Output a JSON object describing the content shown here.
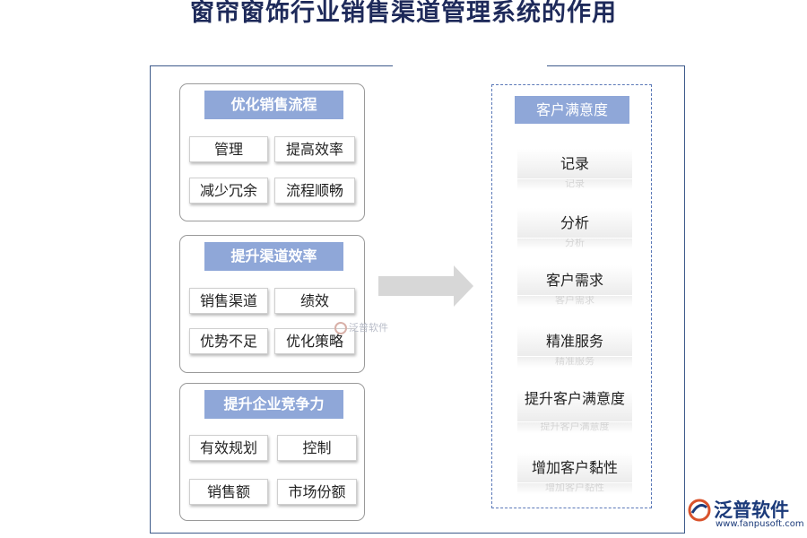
{
  "title": "窗帘窗饰行业销售渠道管理系统的作用",
  "colors": {
    "header_fill": "#8fa7d8",
    "frame_border": "#3d5a8a",
    "panel_border": "#5b79b8",
    "arrow": "#d7d7d7"
  },
  "left_groups": [
    {
      "header": "优化销售流程",
      "items": [
        "管理",
        "提高效率",
        "减少冗余",
        "流程顺畅"
      ]
    },
    {
      "header": "提升渠道效率",
      "items": [
        "销售渠道",
        "绩效",
        "优势不足",
        "优化策略"
      ]
    },
    {
      "header": "提升企业竞争力",
      "items": [
        "有效规划",
        "控制",
        "销售额",
        "市场份额"
      ]
    }
  ],
  "arrow_icon": "right-arrow-icon",
  "watermark": "泛普软件",
  "right_panel": {
    "header": "客户满意度",
    "items": [
      "记录",
      "分析",
      "客户需求",
      "精准服务",
      "提升客户满意度",
      "增加客户黏性"
    ]
  },
  "logo": {
    "name": "泛普软件",
    "url": "www.fanpusoft.com",
    "icon": "fanpu-logo-icon"
  }
}
